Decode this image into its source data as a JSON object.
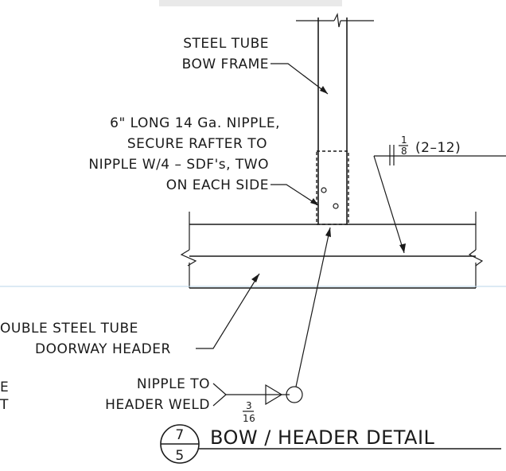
{
  "labels": {
    "steel_tube_line1": "STEEL TUBE",
    "steel_tube_line2": "BOW FRAME",
    "nipple_line1": "6\" LONG 14 Ga. NIPPLE,",
    "nipple_line2": "SECURE RAFTER TO",
    "nipple_line3": "NIPPLE W/4 – SDF's, TWO",
    "nipple_line4": "ON EACH SIDE",
    "weld_fraction_num": "1",
    "weld_fraction_den": "8",
    "weld_spec": "(2–12)",
    "double_tube_line1": "OUBLE STEEL TUBE",
    "double_tube_line2": "DOORWAY HEADER",
    "nipple_weld_line1": "NIPPLE TO",
    "nipple_weld_line2": "HEADER WELD",
    "fillet_num": "3",
    "fillet_den": "16",
    "partial_left_1": "E",
    "partial_left_2": "T"
  },
  "detail": {
    "number": "7",
    "sheet": "5",
    "title": "BOW / HEADER DETAIL"
  }
}
